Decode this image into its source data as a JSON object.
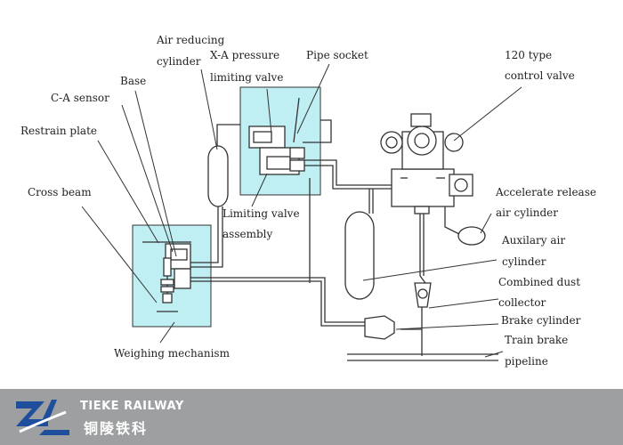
{
  "labels": {
    "air_reducing_cylinder": [
      "Air reducing",
      "cylinder"
    ],
    "xa_pressure_limiting_valve": [
      "X-A pressure",
      "limiting valve"
    ],
    "pipe_socket": "Pipe socket",
    "type120_control_valve": [
      "120 type",
      "control valve"
    ],
    "base": "Base",
    "ca_sensor": "C-A sensor",
    "restrain_plate": "Restrain plate",
    "cross_beam": "Cross beam",
    "limiting_valve_assembly": [
      "Limiting valve",
      "assembly"
    ],
    "accelerate_release_air_cylinder": [
      "Accelerate release",
      "air cylinder"
    ],
    "auxiliary_air_cylinder": [
      "Auxilary air",
      "cylinder"
    ],
    "combined_dust_collector": [
      "Combined dust",
      "collector"
    ],
    "brake_cylinder": "Brake cylinder",
    "train_brake_pipeline": [
      "Train brake",
      "pipeline"
    ],
    "weighing_mechanism": "Weighing mechanism"
  },
  "footer": {
    "brand_en": "TIEKE RAILWAY",
    "brand_cn": "铜陵铁科"
  },
  "colors": {
    "highlight_box": "#bfeef3",
    "line": "#333333",
    "footer_bg": "#9d9fa1",
    "logo_blue": "#1f4e9c"
  }
}
